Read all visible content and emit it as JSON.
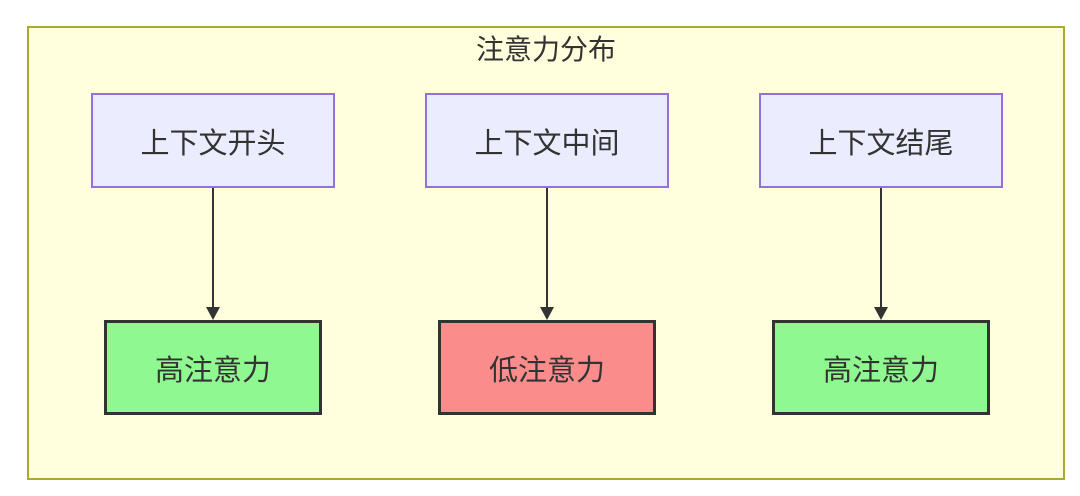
{
  "diagram": {
    "type": "flowchart",
    "title": "注意力分布",
    "columns": [
      {
        "source": "上下文开头",
        "target": "高注意力",
        "attention": "high"
      },
      {
        "source": "上下文中间",
        "target": "低注意力",
        "attention": "low"
      },
      {
        "source": "上下文结尾",
        "target": "高注意力",
        "attention": "high"
      }
    ],
    "edges": [
      {
        "from": "上下文开头",
        "to": "高注意力"
      },
      {
        "from": "上下文中间",
        "to": "低注意力"
      },
      {
        "from": "上下文结尾",
        "to": "高注意力"
      }
    ],
    "colors": {
      "page_bg": "#ffffff",
      "container_bg": "#ffffde",
      "container_border": "#aaaa33",
      "context_node_bg": "#ececff",
      "context_node_border": "#9370db",
      "high_node_bg": "#90f890",
      "low_node_bg": "#fa8c8c",
      "result_node_border": "#333333",
      "edge": "#333333",
      "text": "#333333"
    }
  }
}
